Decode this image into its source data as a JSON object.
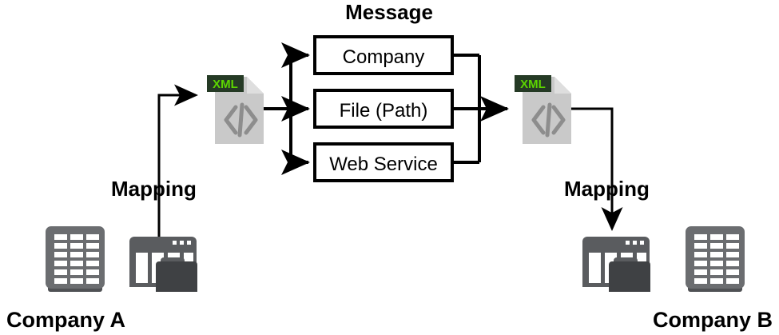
{
  "diagram": {
    "title": "Message",
    "flow_boxes": [
      {
        "label": "Company"
      },
      {
        "label": "File (Path)"
      },
      {
        "label": "Web Service"
      }
    ],
    "left": {
      "company_label": "Company A",
      "mapping_label": "Mapping",
      "xml_badge": "XML",
      "xml_code_glyph": "</>",
      "building_icon": "building-icon",
      "system_icon": "system-folder-icon"
    },
    "right": {
      "company_label": "Company B",
      "mapping_label": "Mapping",
      "xml_badge": "XML",
      "xml_code_glyph": "</>",
      "building_icon": "building-icon",
      "system_icon": "system-folder-icon"
    },
    "colors": {
      "line": "#000000",
      "box_fill": "#ffffff",
      "doc_body": "#c9c9c9",
      "doc_fold": "#dedede",
      "doc_code": "#8d8d8d",
      "badge_bg": "#253a25",
      "badge_fg": "#5cd500",
      "building": "#6b6d70",
      "system": "#5a5c5f",
      "system_folder": "#3f4144"
    }
  }
}
